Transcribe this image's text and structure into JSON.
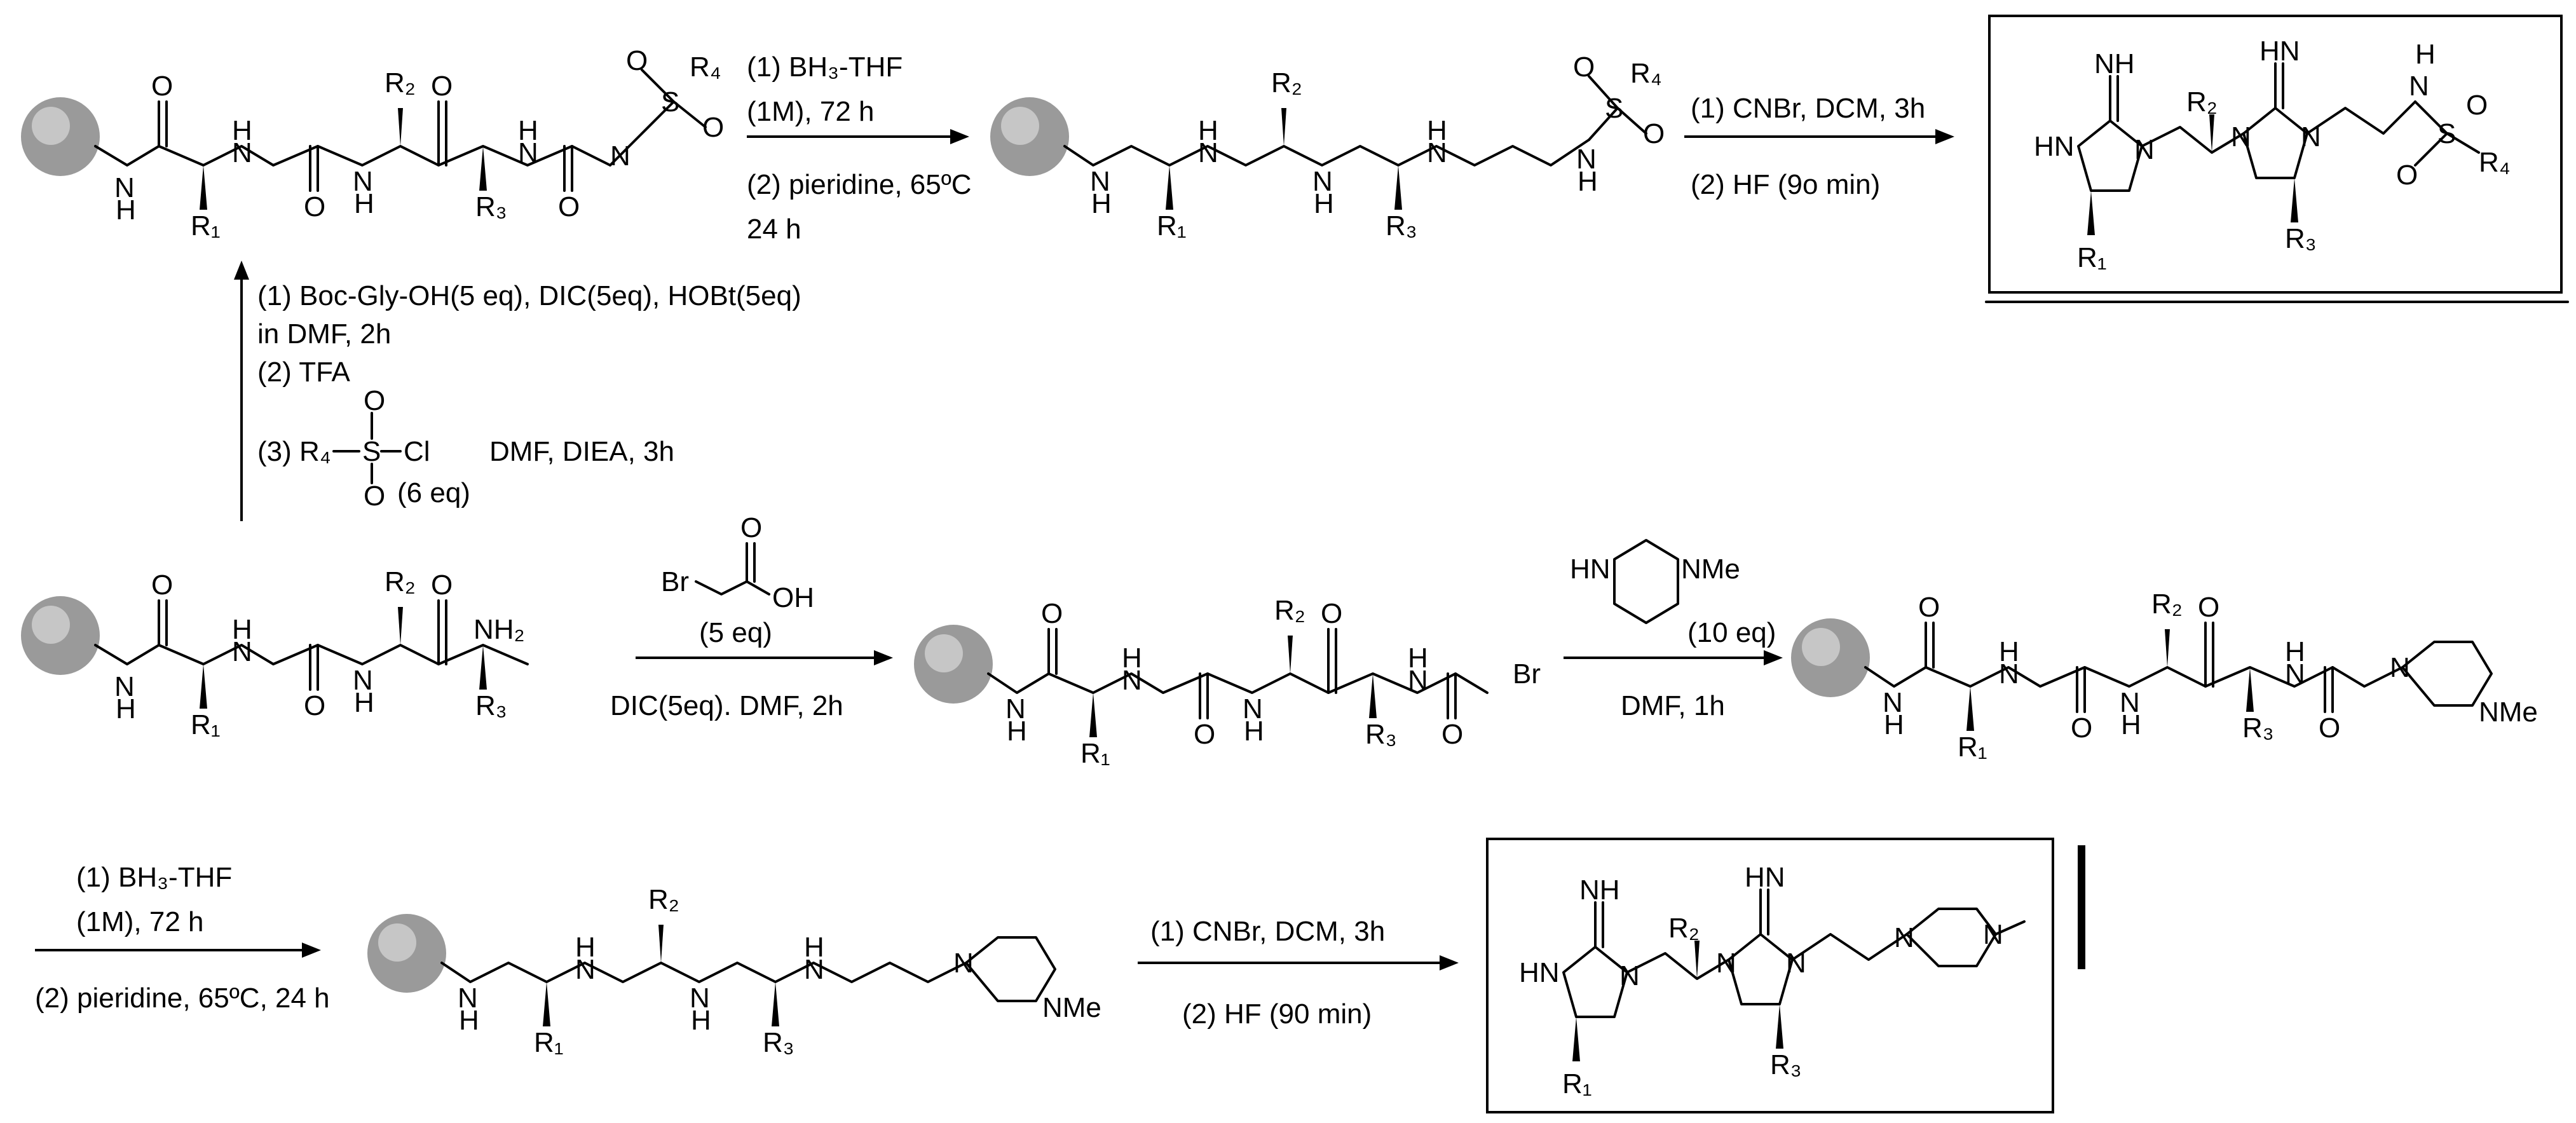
{
  "scheme": {
    "top_arrow_1": {
      "line1": "(1) BH₃-THF",
      "line2": "(1M), 72 h",
      "line3": "(2) pieridine, 65ºC",
      "line4": "24 h"
    },
    "top_arrow_2": {
      "line1": "(1) CNBr, DCM, 3h",
      "line2": "(2) HF (9o min)"
    },
    "vertical_arrow": {
      "line1": "(1) Boc-Gly-OH(5 eq), DIC(5eq), HOBt(5eq)",
      "line2": "in DMF, 2h",
      "line3": "(2) TFA",
      "line4": "(3) R₄",
      "line5": "S",
      "line6": "Cl",
      "line7": "DMF, DIEA, 3h",
      "line8": "(6 eq)",
      "line9": "O"
    },
    "mid_arrow_1": {
      "reagent": "Br",
      "reagent_oh": "OH",
      "eq": "(5 eq)",
      "cond": "DIC(5eq). DMF, 2h"
    },
    "mid_arrow_2": {
      "reagent_hn": "HN",
      "reagent_nme": "NMe",
      "eq": "(10 eq)",
      "cond": "DMF, 1h"
    },
    "bottom_arrow_1": {
      "line1": "(1) BH₃-THF",
      "line2": "(1M), 72 h",
      "line3": "(2) pieridine, 65ºC, 24 h"
    },
    "bottom_arrow_2": {
      "line1": "(1) CNBr, DCM, 3h",
      "line2": "(2) HF (90 min)"
    },
    "atoms": {
      "O": "O",
      "H": "H",
      "N": "N",
      "NH": "NH",
      "NH2": "NH₂",
      "HN": "HN",
      "R1": "R₁",
      "R2": "R₂",
      "R3": "R₃",
      "R4": "R₄",
      "S": "S",
      "Br": "Br",
      "NMe": "NMe",
      "Me": "Me"
    }
  }
}
